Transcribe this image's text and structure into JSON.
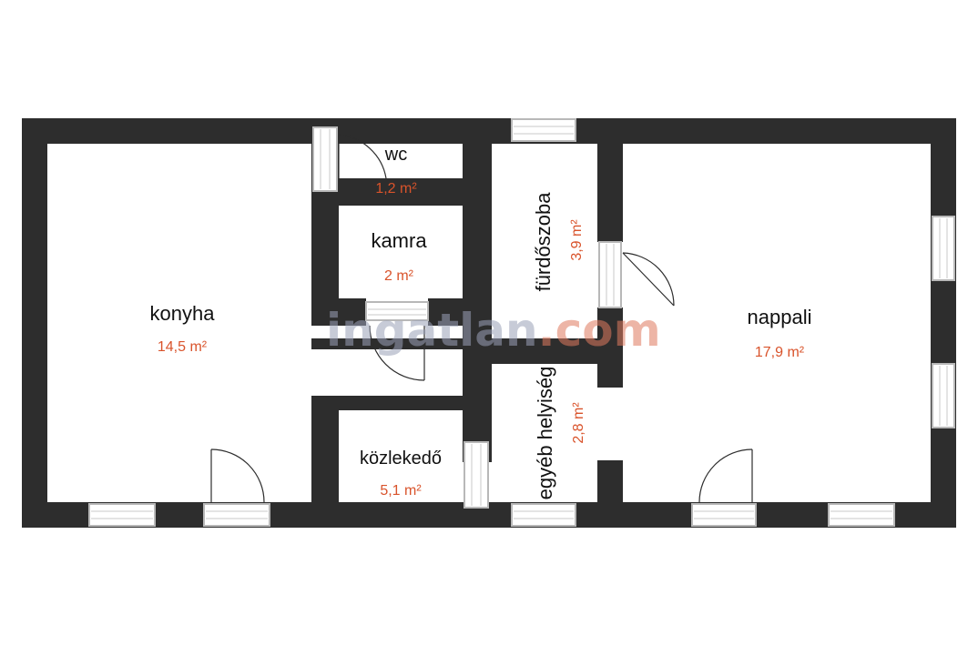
{
  "rooms": {
    "konyha": {
      "name": "konyha",
      "area": "14,5 m²"
    },
    "wc": {
      "name": "wc",
      "area": "1,2 m²"
    },
    "kamra": {
      "name": "kamra",
      "area": "2 m²"
    },
    "kozlekedo": {
      "name": "közlekedő",
      "area": "5,1 m²"
    },
    "furdoszoba": {
      "name": "fürdőszoba",
      "area": "3,9 m²"
    },
    "egyeb": {
      "name": "egyéb helyiség",
      "area": "2,8 m²"
    },
    "nappali": {
      "name": "nappali",
      "area": "17,9 m²"
    }
  },
  "watermark": {
    "part1": "ingatlan",
    "part2": ".com"
  },
  "colors": {
    "wall": "#2d2d2d",
    "area_text": "#d9532b",
    "window_frame": "#b8b8b8",
    "watermark_gray": "#9aa1b8",
    "watermark_orange": "#e07a5f"
  }
}
